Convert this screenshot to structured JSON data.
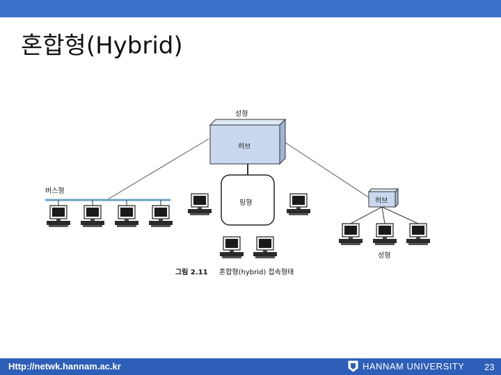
{
  "slide": {
    "title": "혼합형(Hybrid)",
    "page_number": "23"
  },
  "footer": {
    "url": "Http://netwk.hannam.ac.kr",
    "university": "HANNAM UNIVERSITY",
    "logo_icon": "university-emblem-icon"
  },
  "diagram": {
    "star_label_top": "성형",
    "hub_main": "허브",
    "bus_label": "버스형",
    "ring_label": "링형",
    "hub_small": "허브",
    "star_label_bottom": "성형",
    "caption_number": "그림 2.11",
    "caption_text": "혼합형(hybrid) 접속형태"
  },
  "colors": {
    "top_bar": "#3a6fcb",
    "footer": "#2e5fb8",
    "hub_fill": "#c9d8ee",
    "bus_line": "#6aa0c8"
  }
}
